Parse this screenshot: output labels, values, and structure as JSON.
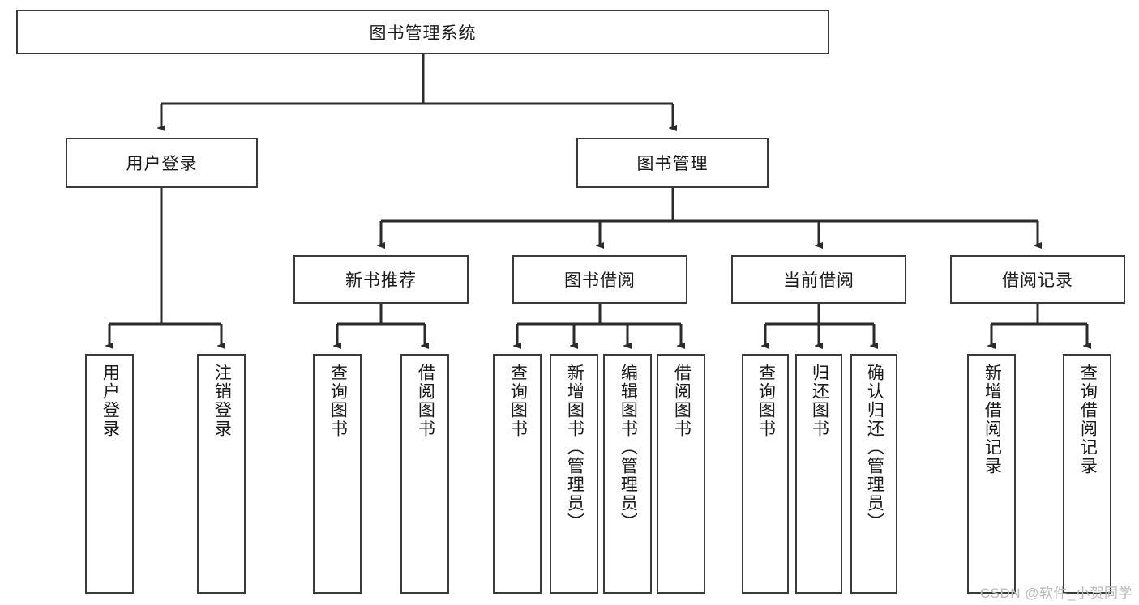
{
  "diagram": {
    "type": "tree",
    "title": "图书管理系统",
    "watermark": "CSDN @软件_小贺同学",
    "colors": {
      "node_border": "#3a3a3a",
      "node_fill": "#ffffff",
      "edge": "#2b2b2b",
      "text": "#1a1a1a",
      "watermark": "#b9b9b9",
      "background": "#ffffff"
    },
    "nodes": {
      "root": {
        "label": "图书管理系统"
      },
      "level2": [
        {
          "label": "用户登录"
        },
        {
          "label": "图书管理"
        }
      ],
      "level3": [
        {
          "label": "新书推荐"
        },
        {
          "label": "图书借阅"
        },
        {
          "label": "当前借阅"
        },
        {
          "label": "借阅记录"
        }
      ],
      "leaves_user_login": [
        {
          "label": "用户登录"
        },
        {
          "label": "注销登录"
        }
      ],
      "leaves_new_book": [
        {
          "label": "查询图书"
        },
        {
          "label": "借阅图书"
        }
      ],
      "leaves_borrow": [
        {
          "label": "查询图书"
        },
        {
          "label": "新增图书（管理员）"
        },
        {
          "label": "编辑图书（管理员）"
        },
        {
          "label": "借阅图书"
        }
      ],
      "leaves_current": [
        {
          "label": "查询图书"
        },
        {
          "label": "归还图书"
        },
        {
          "label": "确认归还（管理员）"
        }
      ],
      "leaves_records": [
        {
          "label": "新增借阅记录"
        },
        {
          "label": "查询借阅记录"
        }
      ]
    }
  }
}
